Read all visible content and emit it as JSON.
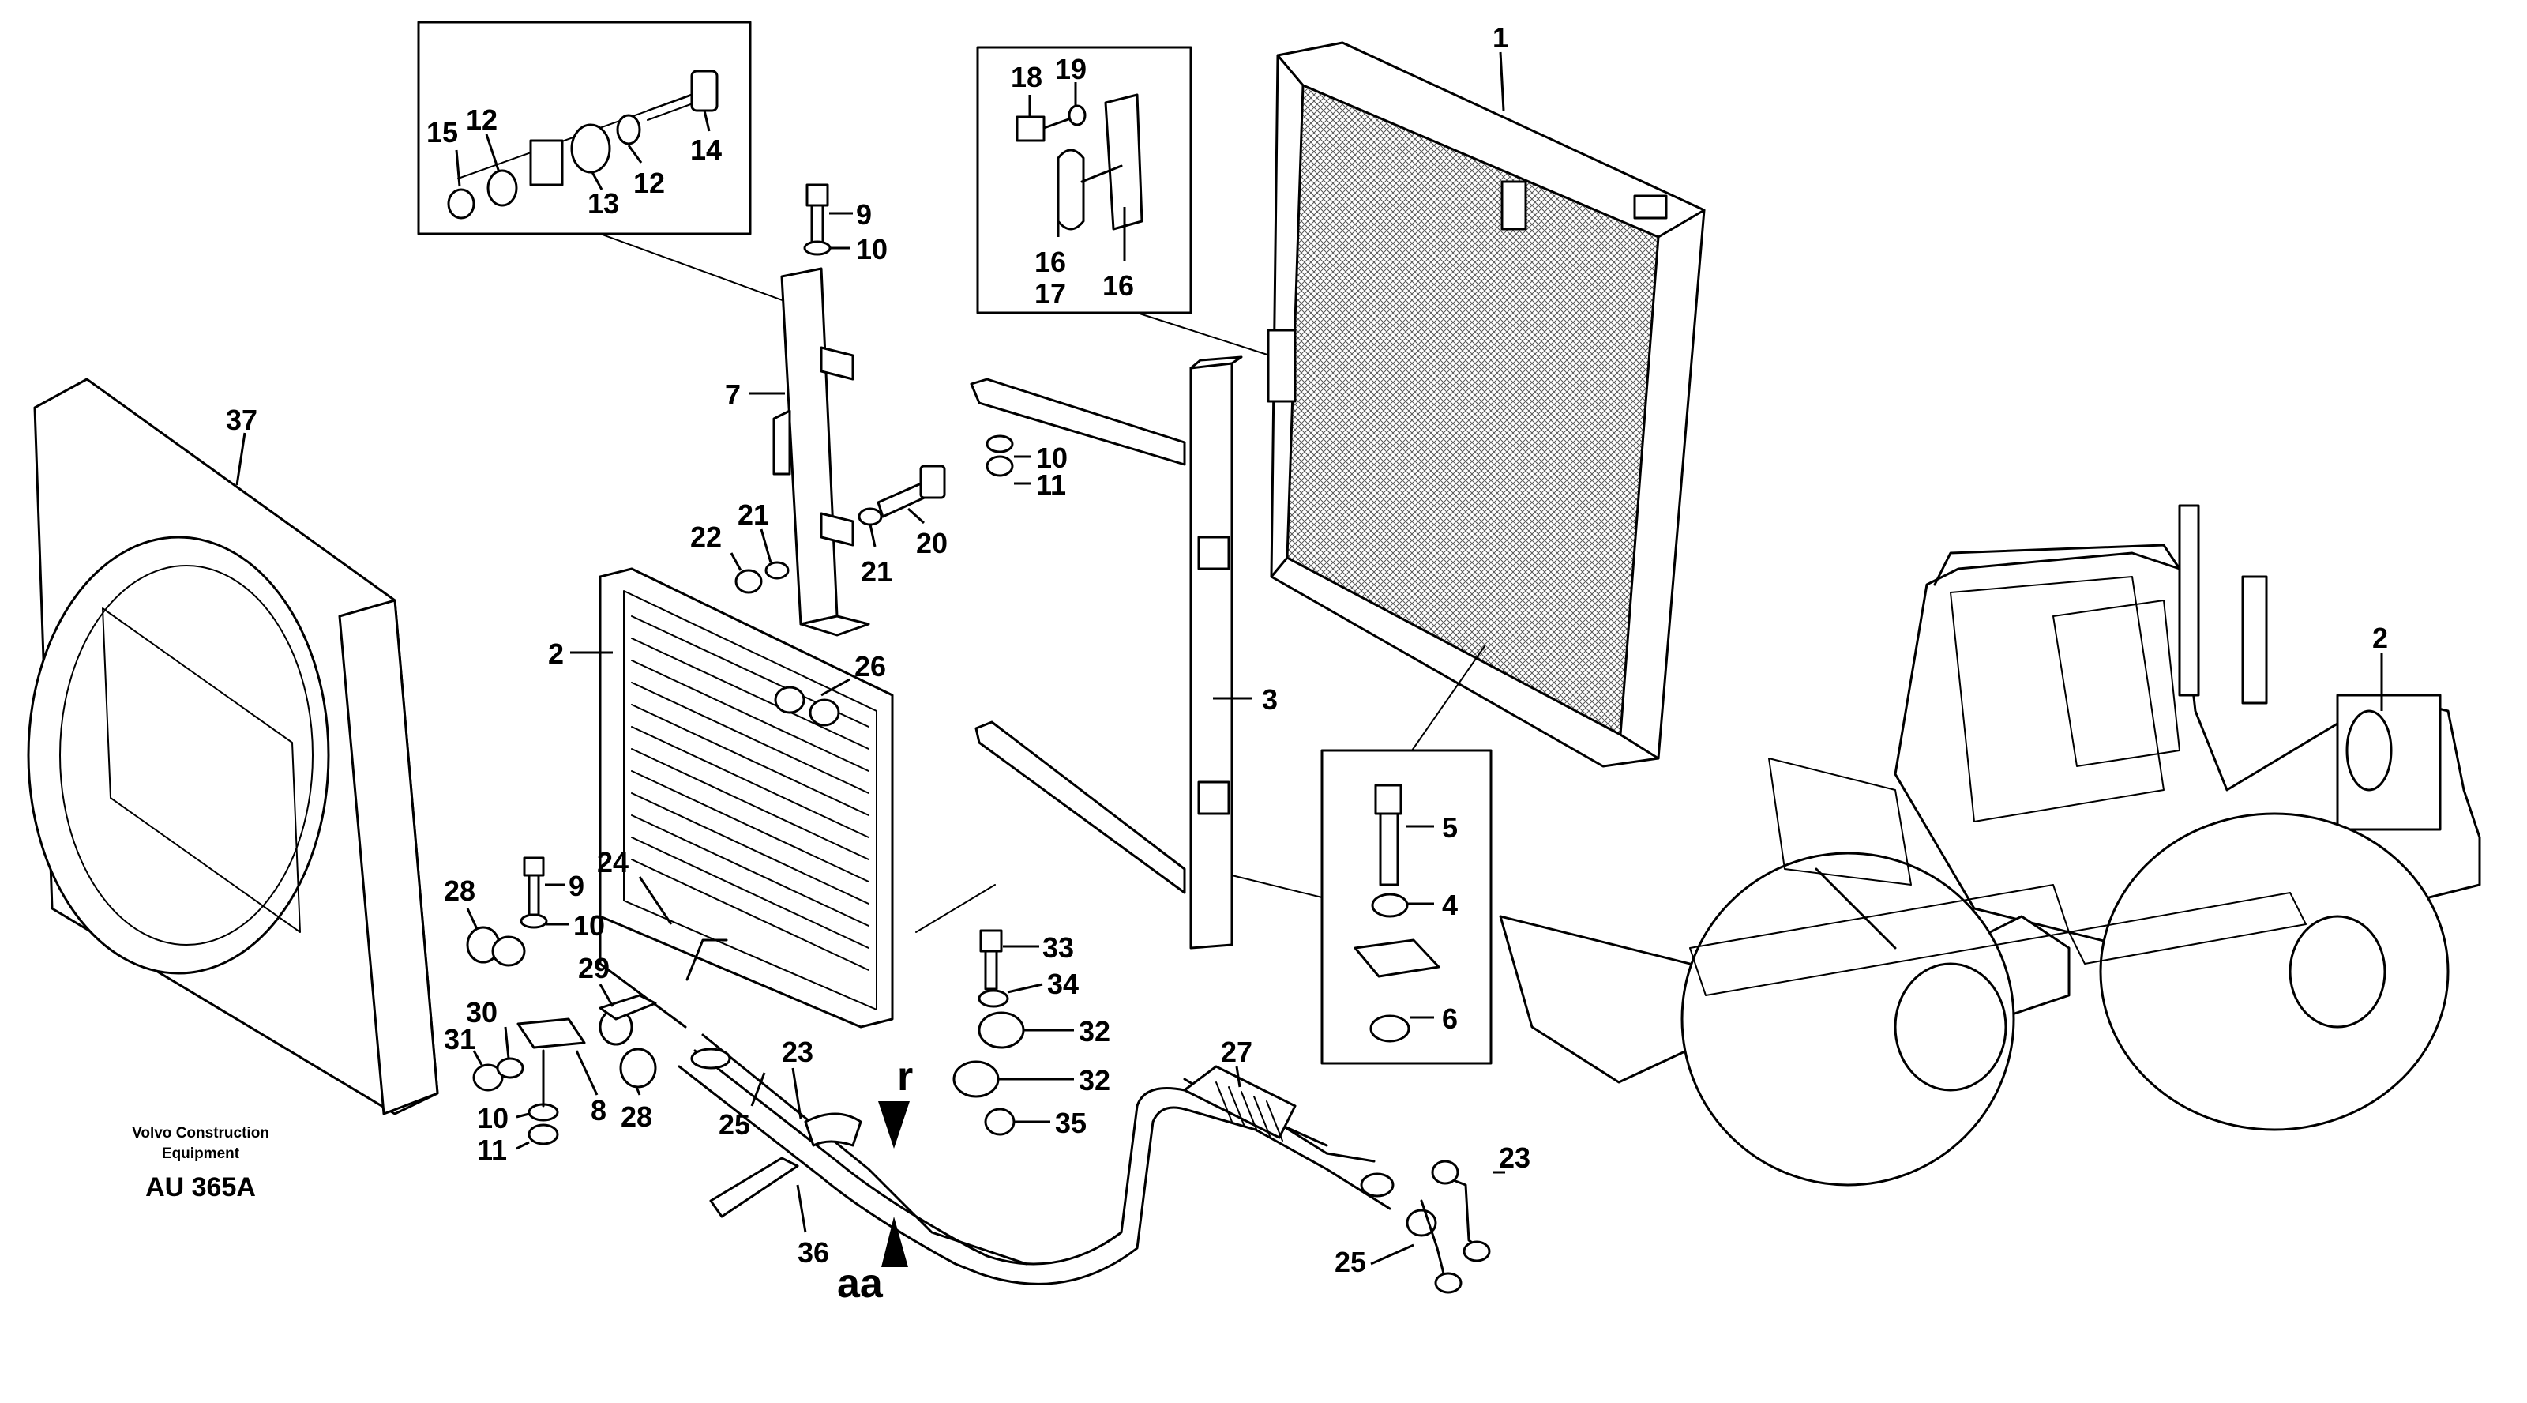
{
  "diagram": {
    "callouts": [
      "1",
      "2",
      "3",
      "4",
      "5",
      "6",
      "7",
      "8",
      "9",
      "10",
      "11",
      "12",
      "13",
      "14",
      "15",
      "16",
      "17",
      "18",
      "19",
      "20",
      "21",
      "22",
      "23",
      "24",
      "25",
      "26",
      "27",
      "28",
      "29",
      "30",
      "31",
      "32",
      "33",
      "34",
      "35",
      "36",
      "37"
    ],
    "markers": {
      "r": "r",
      "aa": "aa"
    },
    "footer": {
      "line1": "Volvo Construction",
      "line2": "Equipment",
      "code": "AU 365A"
    }
  }
}
